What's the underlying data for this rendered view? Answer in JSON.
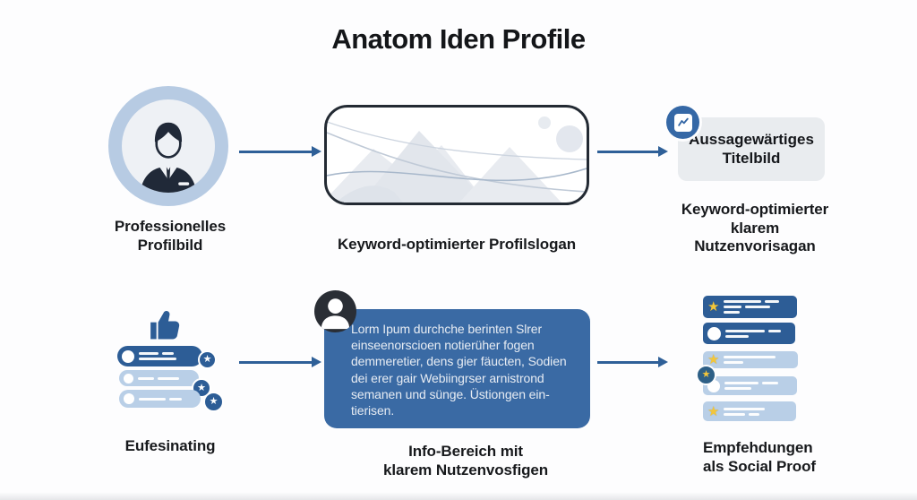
{
  "title": "Anatom Iden Profile",
  "palette": {
    "dark_blue": "#2d5d96",
    "light_blue": "#b9cfe7",
    "box_blue": "#3a6aa4",
    "ring_blue": "#b7cbe3",
    "card_gray": "#e9ecef",
    "star_yellow": "#f3c63a",
    "arrow_blue": "#2f6098"
  },
  "icons": {
    "star": "★"
  },
  "nodes": {
    "profile": {
      "caption": "Professionelles\nProfilbild"
    },
    "banner": {
      "caption": "Keyword-optimierter Profilslogan"
    },
    "title_card": {
      "text": "Aussagewärtiges\nTitelbild",
      "caption": "Keyword-optimierter\nklarem\nNutzenvorisagan"
    },
    "engagement": {
      "caption": "Eufesinating"
    },
    "info_box": {
      "text": "Lorm Ipum durchche berinten Slrer\neinseenorscioen notierüher fogen\ndemmeretier, dens gier fäucten, Sodien\ndei erer gair Webiingrser arnistrond\nsemanen und sünge. Üstiongen ein-\ntierisen.",
      "caption": "Info-Bereich mit\nklarem Nutzenvosfigen"
    },
    "recommendations": {
      "caption": "Empfehdungen\nals Social Proof"
    }
  }
}
